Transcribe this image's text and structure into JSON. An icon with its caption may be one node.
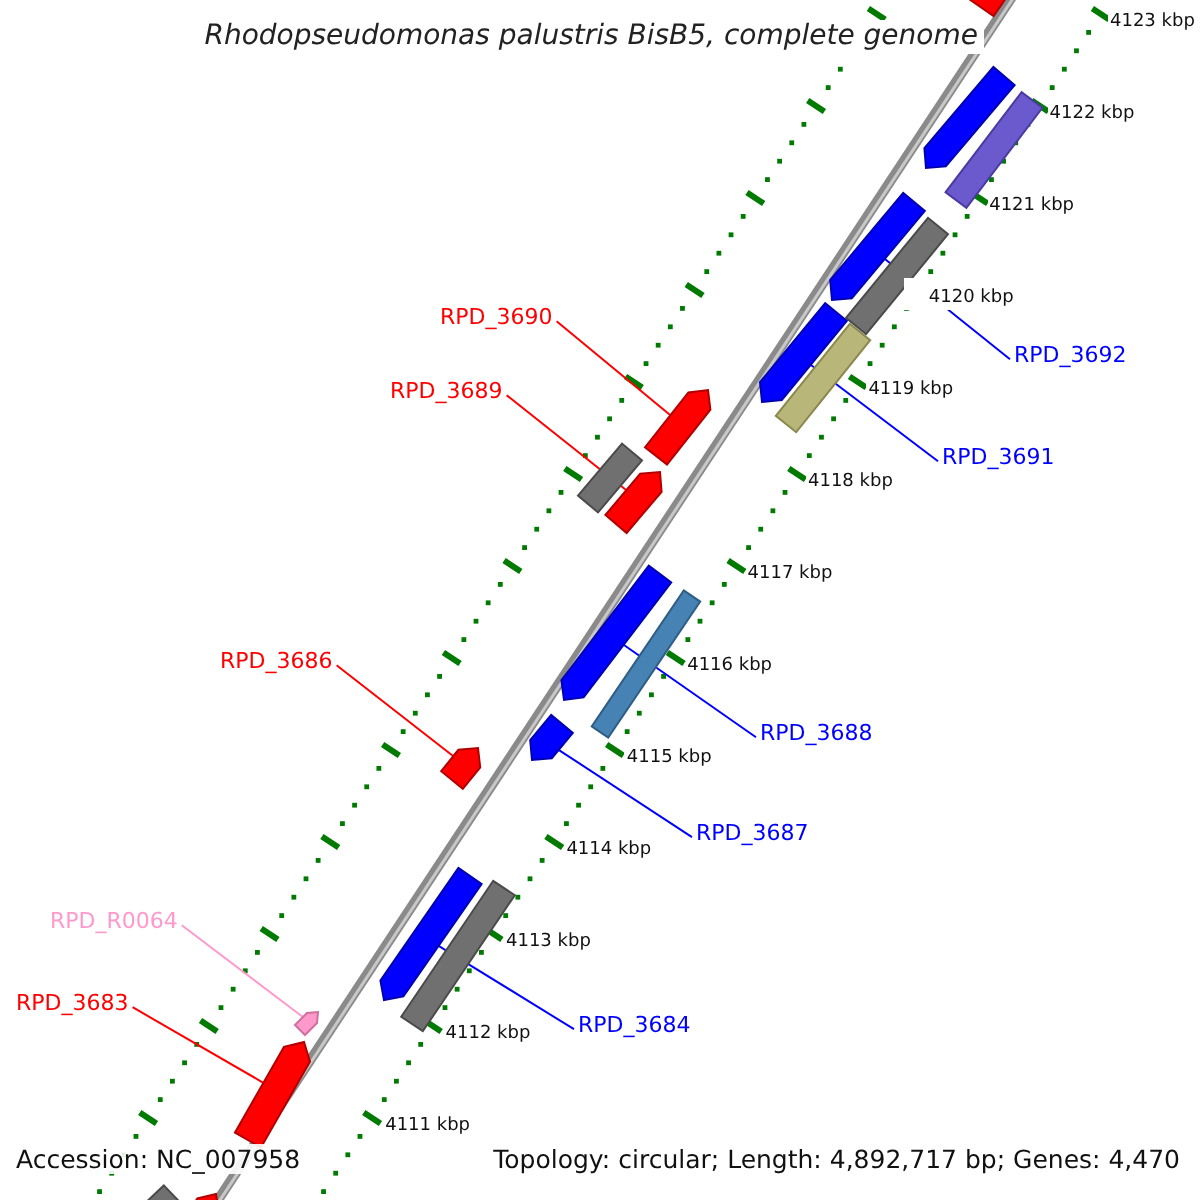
{
  "diagram": {
    "title": "Rhodopseudomonas palustris BisB5, complete genome",
    "nodes": [
      {
        "text": [
          "RPD_3690"
        ]
      },
      {
        "text": [
          "RPD_3692"
        ]
      },
      {
        "text": [
          "RPD_3689"
        ]
      },
      {
        "text": [
          "RPD_3691"
        ]
      },
      {
        "text": [
          "RPD_3686"
        ]
      },
      {
        "text": [
          "RPD_3688"
        ]
      },
      {
        "text": [
          "RPD_3687"
        ]
      },
      {
        "text": [
          "RPD_R0064"
        ]
      },
      {
        "text": [
          "RPD_3684"
        ]
      },
      {
        "text": [
          "RPD_3683"
        ]
      },
      {
        "text": [],
        "shape": "bar"
      },
      {
        "text": [],
        "shape": "bar"
      },
      {
        "text": [],
        "shape": "bar"
      },
      {
        "text": [],
        "shape": "bar"
      },
      {
        "text": [],
        "shape": "bar"
      },
      {
        "text": [],
        "shape": "bar"
      },
      {
        "text": [],
        "shape": "bar"
      },
      {
        "text": [],
        "shape": "bar"
      },
      {
        "text": [],
        "shape": "bar"
      },
      {
        "text": [],
        "shape": "bar"
      },
      {
        "text": [],
        "shape": "bar"
      },
      {
        "text": [],
        "shape": "bar"
      },
      {
        "text": [],
        "shape": "bar"
      },
      {
        "text": [],
        "shape": "bar"
      },
      {
        "text": [],
        "shape": "bar"
      },
      {
        "text": [],
        "shape": "bar"
      },
      {
        "text": [],
        "shape": "bar"
      },
      {
        "text": [],
        "shape": "bar"
      },
      {
        "text": [],
        "shape": "bar"
      },
      {
        "text": [],
        "shape": "bar"
      }
    ],
    "edges": [
      {
        "from": 0,
        "to": 17,
        "arrow": "none",
        "color": "#ff0000"
      },
      {
        "from": 1,
        "to": 13,
        "arrow": "none"
      },
      {
        "from": 2,
        "to": 19,
        "arrow": "none",
        "color": "#ff0000"
      },
      {
        "from": 3,
        "to": 15,
        "arrow": "none"
      },
      {
        "from": 4,
        "to": 23,
        "arrow": "none",
        "color": "#ff0000"
      },
      {
        "from": 5,
        "to": 20,
        "arrow": "none"
      },
      {
        "from": 6,
        "to": 22,
        "arrow": "none"
      },
      {
        "from": 7,
        "to": 26,
        "arrow": "none",
        "color": "#ff99cc"
      },
      {
        "from": 8,
        "to": 24,
        "arrow": "none"
      },
      {
        "from": 9,
        "to": 27,
        "arrow": "none",
        "color": "#ff0000"
      }
    ],
    "labels": [
      "4123 kbp",
      "4122 kbp",
      "4121 kbp",
      "4120 kbp",
      "4119 kbp",
      "4118 kbp",
      "4117 kbp",
      "4116 kbp",
      "4115 kbp",
      "4114 kbp",
      "4113 kbp",
      "4112 kbp",
      "4111 kbp",
      "Accession: NC_007958",
      "Topology: circular; Length: 4,892,717 bp; Genes: 4,470"
    ]
  }
}
